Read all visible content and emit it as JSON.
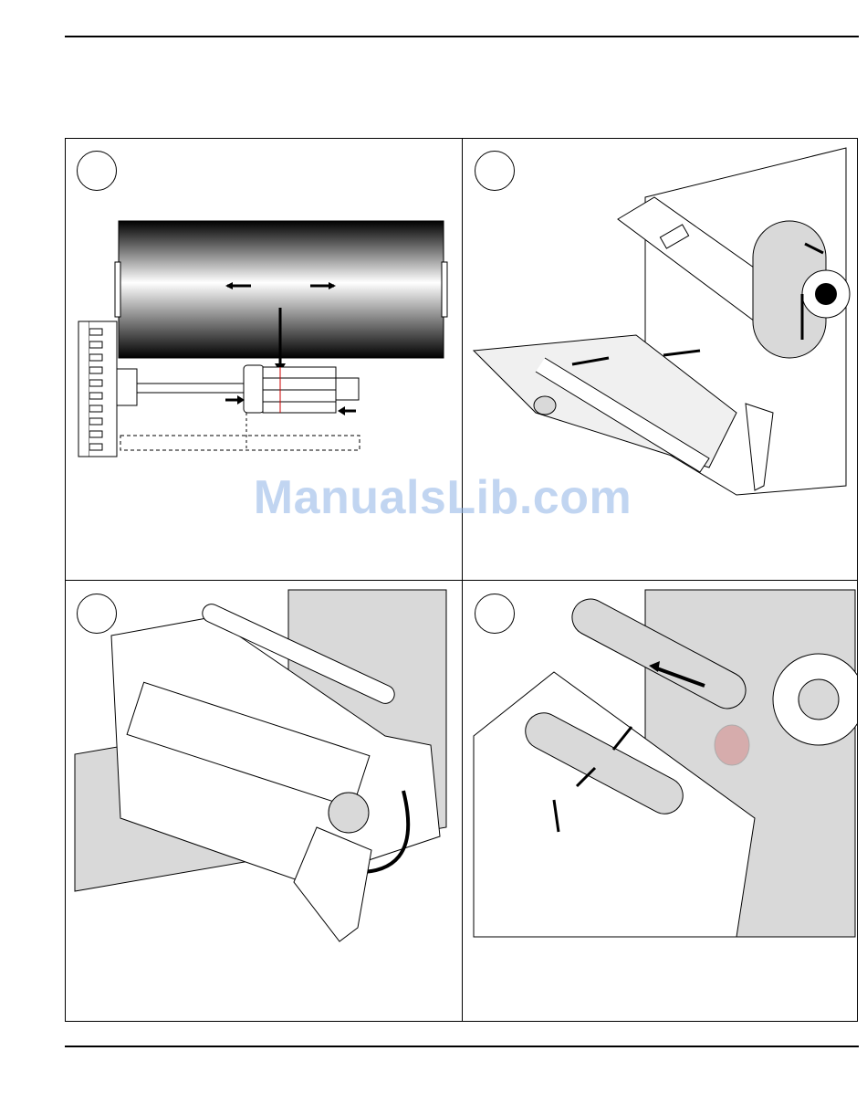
{
  "watermark": {
    "text": "ManualsLib.com"
  },
  "panels": [
    {
      "id": "step-1",
      "caption": ""
    },
    {
      "id": "step-2",
      "caption": ""
    },
    {
      "id": "step-3",
      "caption": ""
    },
    {
      "id": "step-4",
      "caption": ""
    }
  ],
  "colors": {
    "line": "#000000",
    "panel_shade": "#d9d9d9",
    "watermark": "#8fb3e6"
  }
}
